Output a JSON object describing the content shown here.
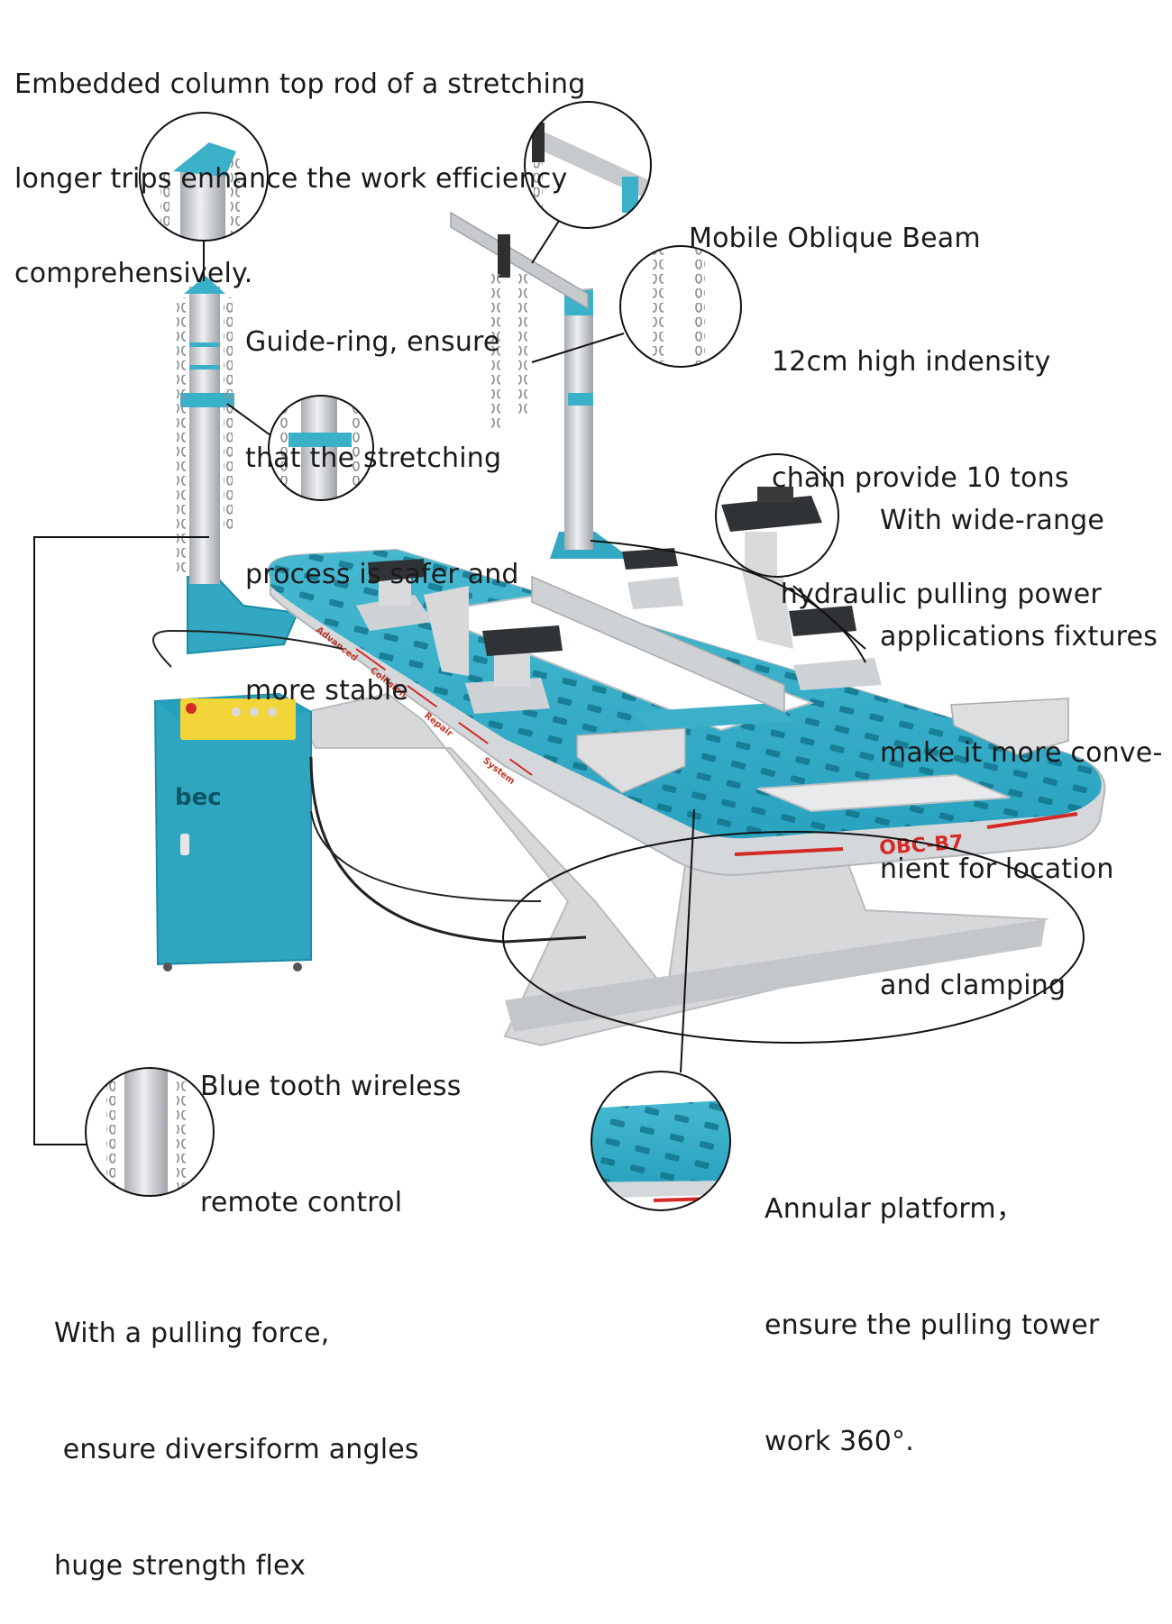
{
  "callouts": {
    "embedded_rod": [
      "Embedded column top rod of a stretching",
      "longer trips enhance the work efficiency",
      "comprehensively."
    ],
    "guide_ring": [
      "Guide-ring, ensure",
      "that the stretching",
      "process is safer and",
      "more stable"
    ],
    "oblique_beam": [
      "Mobile Oblique Beam"
    ],
    "chain": [
      "12cm high indensity",
      "chain provide 10 tons",
      " hydraulic pulling power"
    ],
    "fixtures": [
      "With wide-range",
      "applications fixtures",
      "make it more conve-",
      "nient for location",
      "and clamping"
    ],
    "bluetooth": [
      "Blue tooth wireless",
      "remote control"
    ],
    "annular": [
      "Annular platform，",
      "ensure the pulling tower",
      "work 360°."
    ],
    "pulling_force": [
      "With a pulling force,",
      " ensure diversiform angles",
      "huge strength flex"
    ]
  },
  "product": {
    "model": "OBC-B7",
    "brand": "bec",
    "side_text": [
      "Advanced",
      "Collision",
      "Repair",
      "System"
    ]
  },
  "colors": {
    "platform": "#3bb0c9",
    "platform_dark": "#1d8ca6",
    "steel": "#cfd2d5",
    "accent_red": "#d42a26",
    "cabinet_top": "#f2d538"
  },
  "icons": [
    "chain-icon",
    "clamp-fixture-icon",
    "control-button-icon"
  ]
}
